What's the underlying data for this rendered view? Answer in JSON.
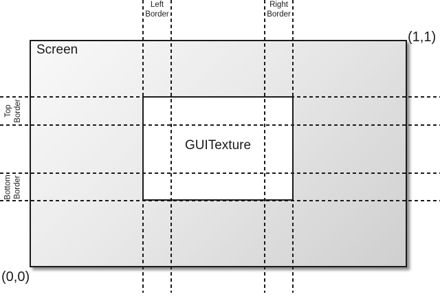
{
  "diagram": {
    "screen": {
      "label": "Screen",
      "coord_bottom_left": "(0,0)",
      "coord_top_right": "(1,1)"
    },
    "texture": {
      "label": "GUITexture"
    },
    "borders": {
      "left": {
        "line1": "Left",
        "line2": "Border"
      },
      "right": {
        "line1": "Right",
        "line2": "Border"
      },
      "top": {
        "line1": "Top",
        "line2": "Border"
      },
      "bottom": {
        "line1": "Bottom",
        "line2": "Border"
      }
    },
    "colors": {
      "gradient_start": "#f9f9f9",
      "gradient_end": "#cfcfcf",
      "stroke": "#1a1a1a",
      "texture_fill": "#ffffff"
    }
  }
}
